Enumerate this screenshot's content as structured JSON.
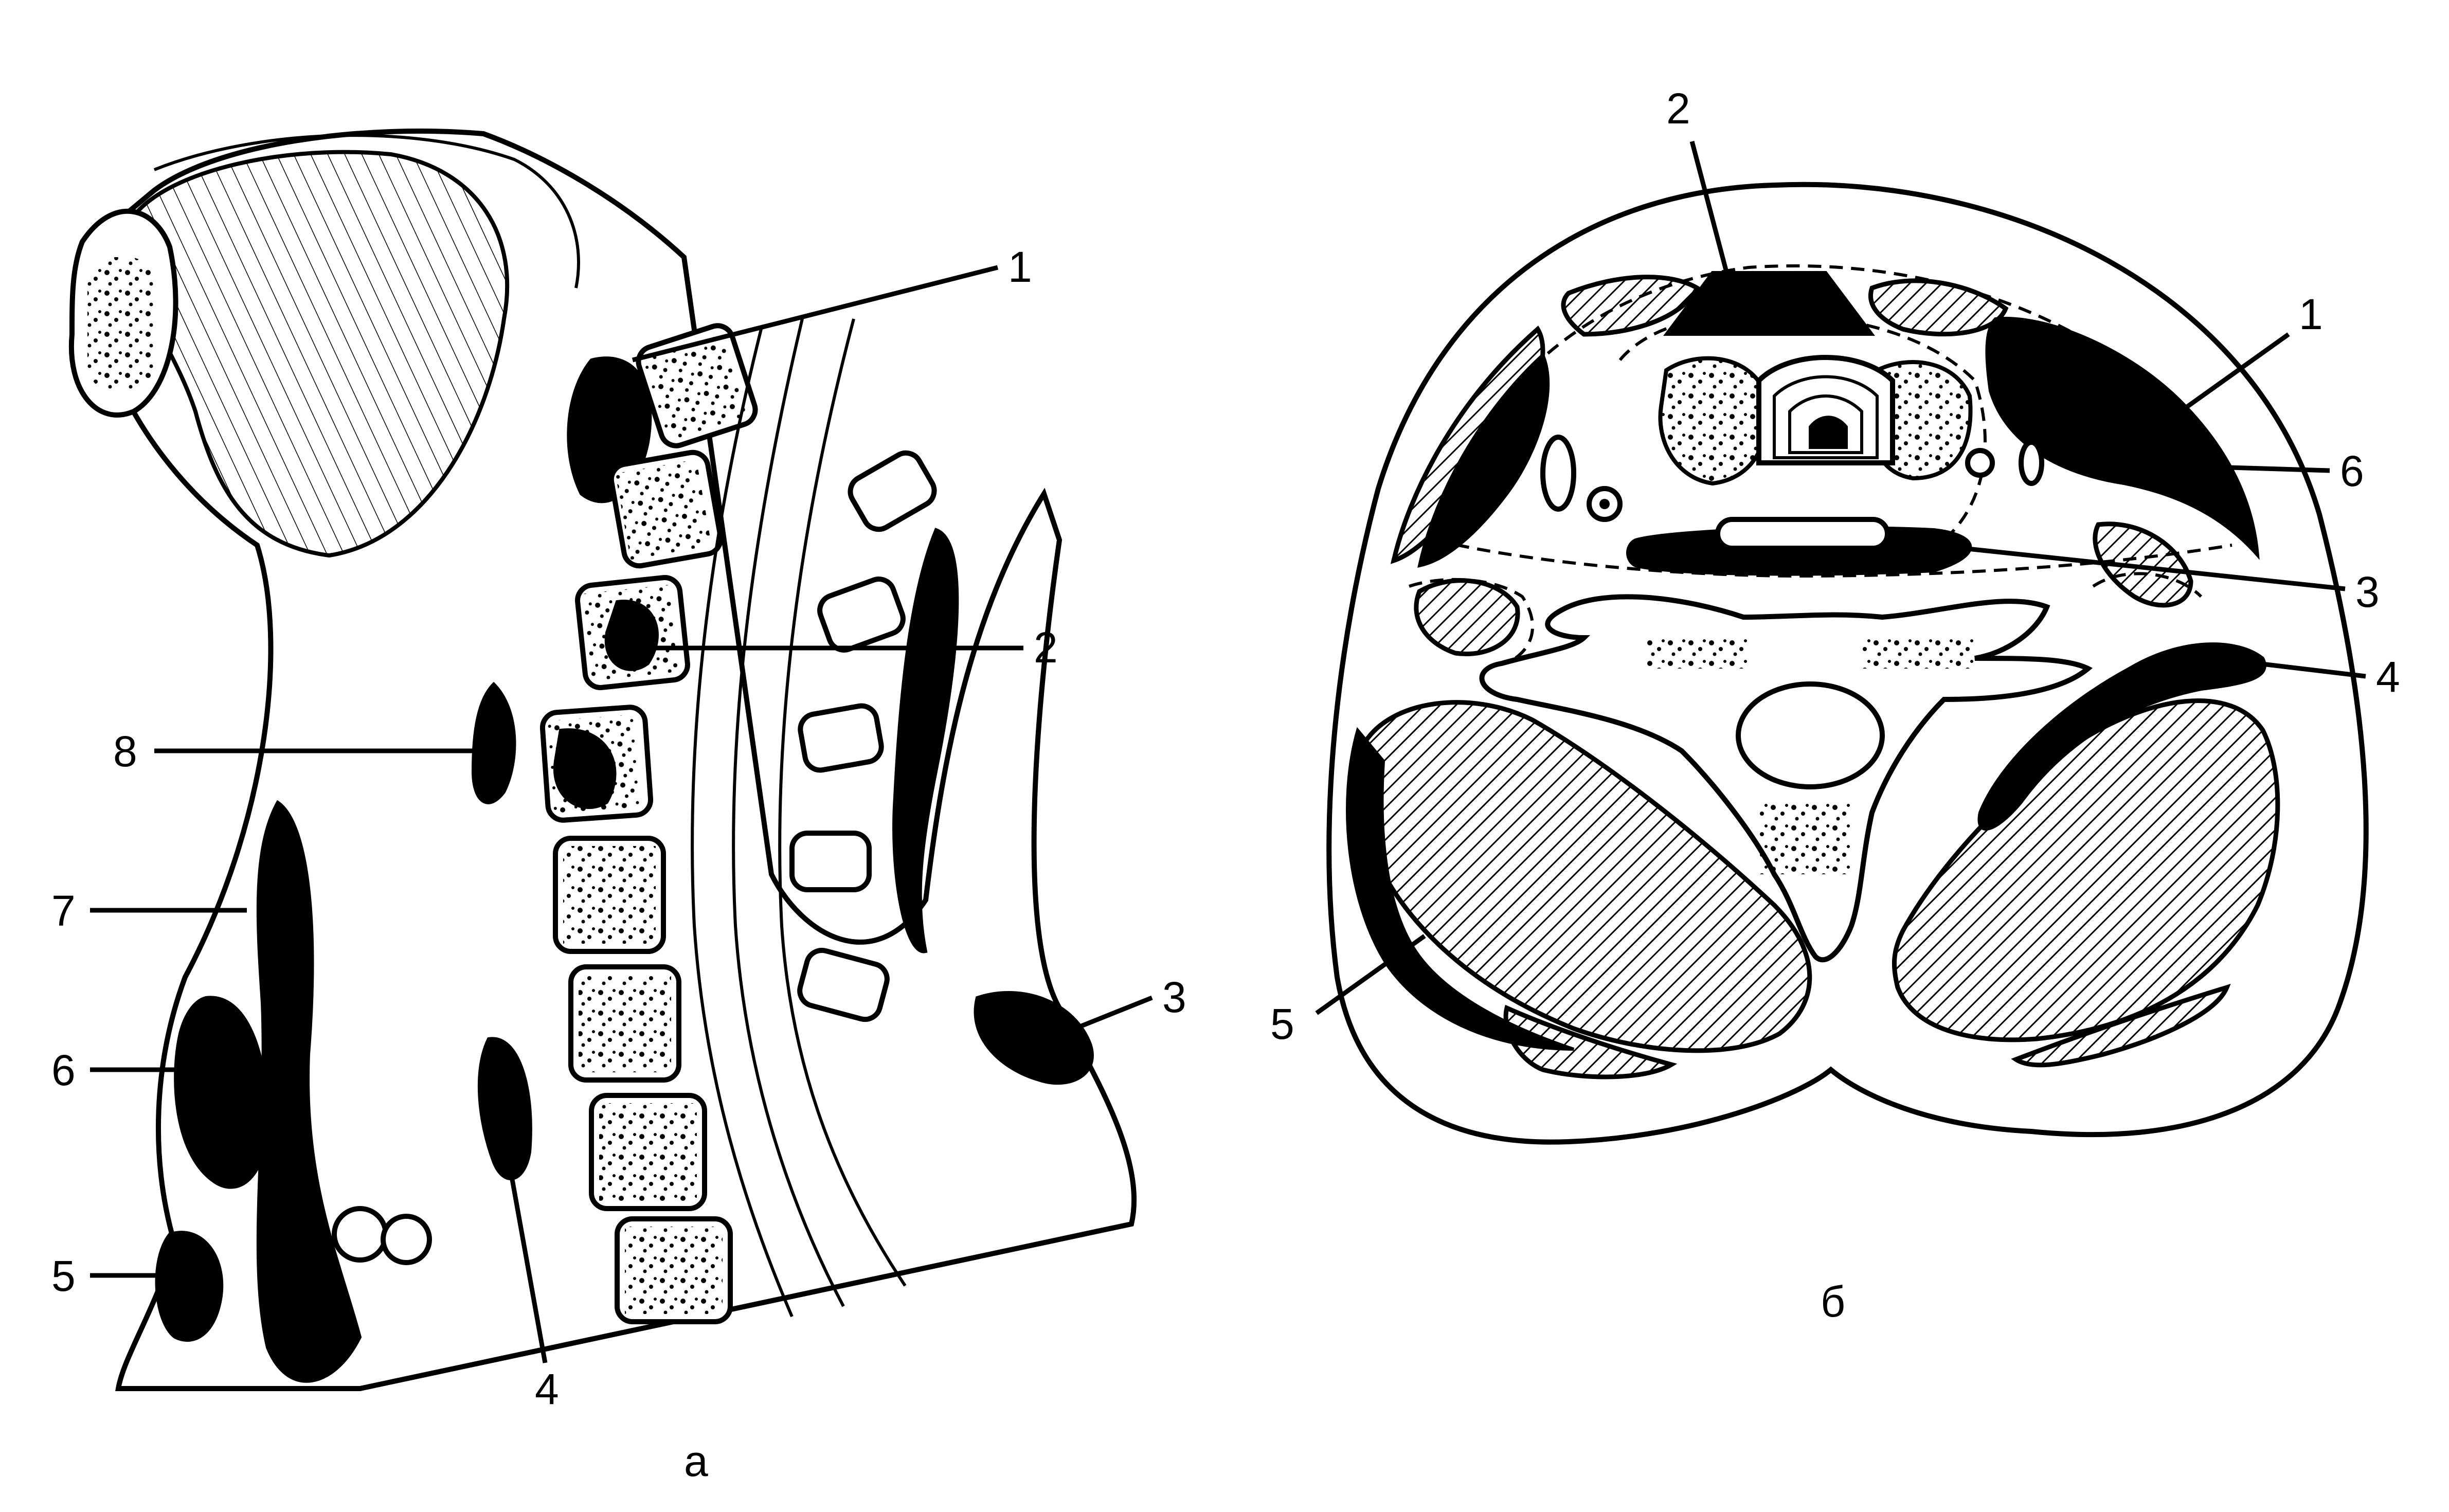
{
  "figure": {
    "left_panel": {
      "caption": "а",
      "labels": {
        "l1": "1",
        "l2": "2",
        "l3": "3",
        "l4": "4",
        "l5": "5",
        "l6": "6",
        "l7": "7",
        "l8": "8"
      }
    },
    "right_panel": {
      "caption": "б",
      "labels": {
        "l1": "1",
        "l2": "2",
        "l3": "3",
        "l4": "4",
        "l5": "5",
        "l6": "6"
      }
    }
  }
}
